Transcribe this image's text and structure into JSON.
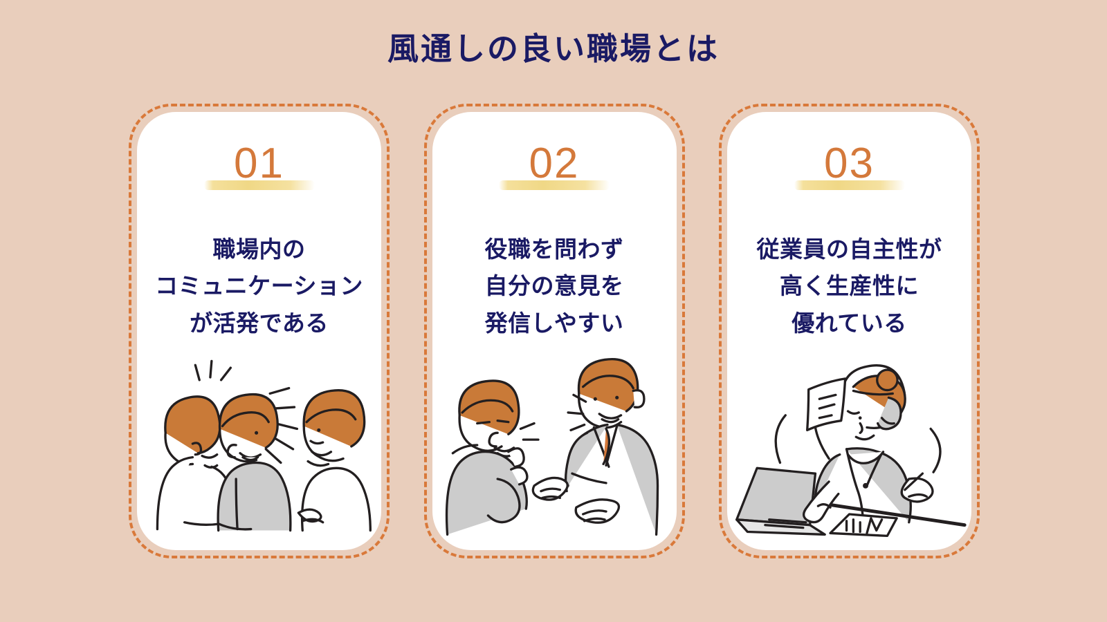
{
  "page": {
    "title": "風通しの良い職場とは",
    "background_color": "#e9cebc",
    "navy": "#1a1a64",
    "orange": "#d4793b",
    "highlight_yellow": "#f0d886",
    "card_background": "#ffffff",
    "illustration_grey": "#cccccc",
    "illustration_ink": "#231f20"
  },
  "cards": [
    {
      "number": "01",
      "lines": [
        "職場内の",
        "コミュニケーション",
        "が活発である"
      ],
      "illustration": "three-people-talking"
    },
    {
      "number": "02",
      "lines": [
        "役職を問わず",
        "自分の意見を",
        "発信しやすい"
      ],
      "illustration": "two-people-conversation"
    },
    {
      "number": "03",
      "lines": [
        "従業員の自主性が",
        "高く生産性に",
        "優れている"
      ],
      "illustration": "woman-multitasking-desk"
    }
  ]
}
